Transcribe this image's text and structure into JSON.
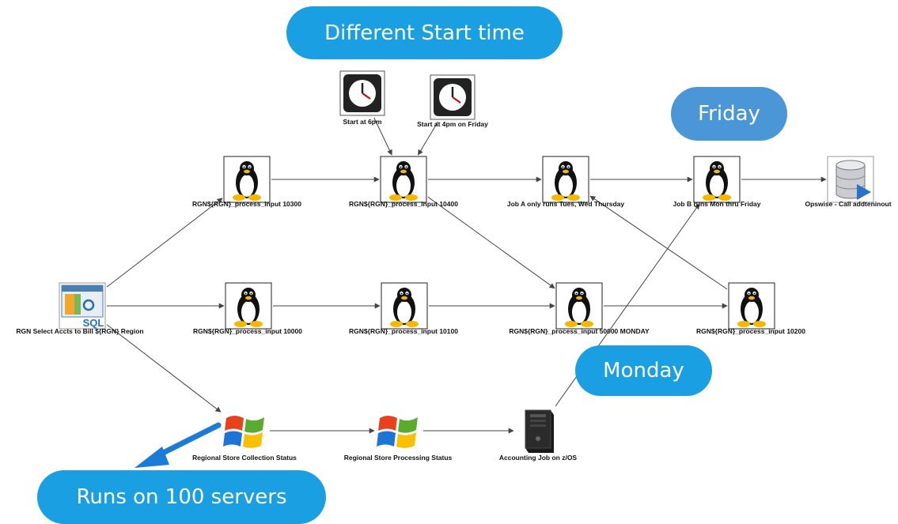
{
  "callouts": {
    "start_time": "Different Start time",
    "friday": "Friday",
    "monday": "Monday",
    "runs_on": "Runs on 100 servers"
  },
  "nodes": {
    "timer1": {
      "label": "Start at 6pm",
      "icon": "clock-icon"
    },
    "timer2": {
      "label": "Start at 4pm on Friday",
      "icon": "clock-icon"
    },
    "p10300": {
      "label": "RGN${RGN}_process_input 10300",
      "icon": "linux-penguin-icon"
    },
    "p10400": {
      "label": "RGN${RGN}_process_input 10400",
      "icon": "linux-penguin-icon"
    },
    "jobA": {
      "label": "Job A only runs Tues, Wed Thursday",
      "icon": "linux-penguin-icon"
    },
    "jobB": {
      "label": "Job B runs Mon thru Friday",
      "icon": "linux-penguin-icon"
    },
    "opswise": {
      "label": "Opswise - Call addteninout",
      "icon": "database-icon"
    },
    "sql": {
      "label": "RGN Select Accts to Bill ${RGN} Region",
      "icon": "sql-icon"
    },
    "p10000": {
      "label": "RGN${RGN}_process_input 10000",
      "icon": "linux-penguin-icon"
    },
    "p10100": {
      "label": "RGN${RGN}_process_input 10100",
      "icon": "linux-penguin-icon"
    },
    "p50000": {
      "label": "RGN${RGN}_process_input 50000 MONDAY",
      "icon": "linux-penguin-icon"
    },
    "p10200": {
      "label": "RGN${RGN}_process_input 10200",
      "icon": "linux-penguin-icon"
    },
    "collect": {
      "label": "Regional Store Collection Status",
      "icon": "windows-logo-icon"
    },
    "processing": {
      "label": "Regional Store Processing Status",
      "icon": "windows-logo-icon"
    },
    "accounting": {
      "label": "Accounting Job on z/OS",
      "icon": "server-tower-icon"
    }
  },
  "edges": [
    [
      "timer1",
      "p10400"
    ],
    [
      "timer2",
      "p10400"
    ],
    [
      "sql",
      "p10300"
    ],
    [
      "sql",
      "p10000"
    ],
    [
      "sql",
      "collect"
    ],
    [
      "p10300",
      "p10400"
    ],
    [
      "p10400",
      "jobA"
    ],
    [
      "jobA",
      "jobB"
    ],
    [
      "jobB",
      "opswise"
    ],
    [
      "p10000",
      "p10100"
    ],
    [
      "p10100",
      "p50000"
    ],
    [
      "p50000",
      "p10200"
    ],
    [
      "p10400",
      "p50000"
    ],
    [
      "p10200",
      "jobA"
    ],
    [
      "collect",
      "processing"
    ],
    [
      "processing",
      "accounting"
    ],
    [
      "accounting",
      "jobB"
    ]
  ],
  "colors": {
    "callout_dark": "#1a9fe3",
    "callout_light": "#4a96d6",
    "arrow": "#1a7cd6",
    "edge": "#444444"
  }
}
